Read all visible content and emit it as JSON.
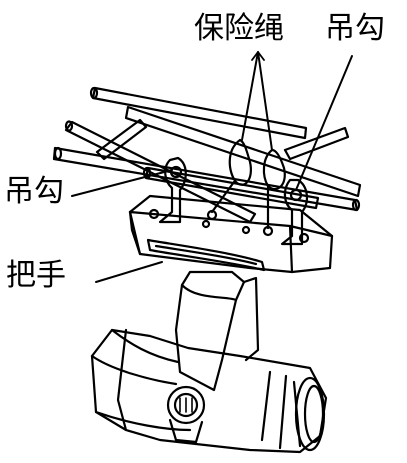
{
  "labels": {
    "safety_rope": "保险绳",
    "hook_right": "吊勾",
    "hook_left": "吊勾",
    "handle": "把手"
  },
  "colors": {
    "line": "#000000",
    "background": "#ffffff"
  }
}
